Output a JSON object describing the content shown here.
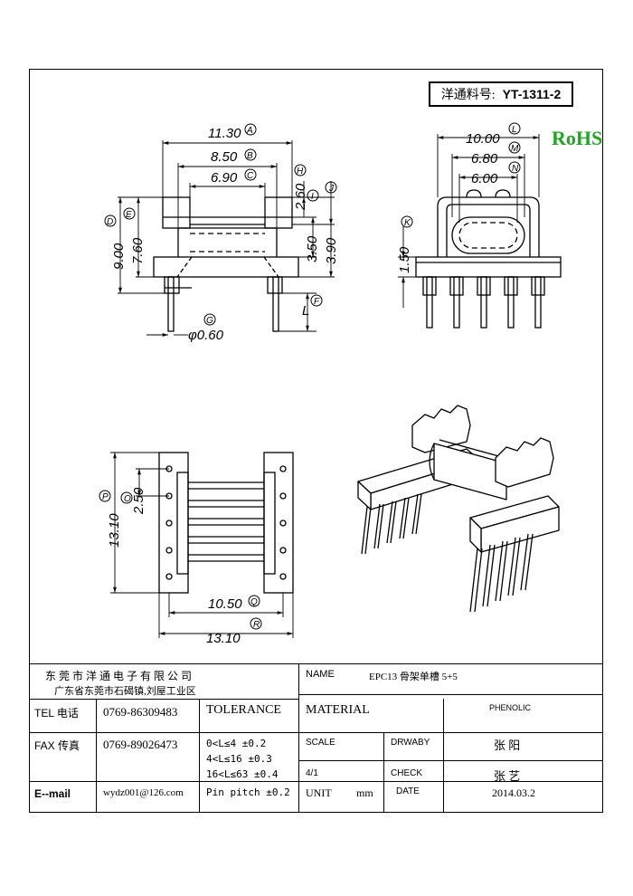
{
  "part_number": {
    "label": "洋通料号:",
    "value": "YT-1311-2"
  },
  "rohs": "RoHS",
  "dims": {
    "A": {
      "tag": "A",
      "text": "11.30"
    },
    "B": {
      "tag": "B",
      "text": "8.50"
    },
    "C": {
      "tag": "C",
      "text": "6.90"
    },
    "H": {
      "tag": "H",
      "text": "2.60"
    },
    "I": {
      "tag": "I",
      "text": ""
    },
    "J": {
      "tag": "J",
      "text": ""
    },
    "D": {
      "tag": "D",
      "text": "9.00"
    },
    "E": {
      "tag": "E",
      "text": "7.60"
    },
    "d350": {
      "text": "3.50"
    },
    "d390": {
      "text": "3.90"
    },
    "F": {
      "tag": "F",
      "text": "L"
    },
    "G": {
      "tag": "G",
      "text": "φ0.60"
    },
    "L": {
      "tag": "L",
      "text": "10.00"
    },
    "M": {
      "tag": "M",
      "text": "6.80"
    },
    "N": {
      "tag": "N",
      "text": "6.00"
    },
    "K": {
      "tag": "K",
      "text": "1.50"
    },
    "P": {
      "tag": "P",
      "text": "13.10"
    },
    "O": {
      "tag": "O",
      "text": "2.50"
    },
    "Q": {
      "tag": "Q",
      "text": "10.50"
    },
    "R": {
      "tag": "R",
      "text": "13.10"
    }
  },
  "title_block": {
    "company": "东 莞 市 洋 通 电 子 有 限 公 司",
    "address": "广东省东莞市石碣镇,刘屋工业区",
    "name_label": "NAME",
    "name_value": "EPC13 骨架单槽 5+5",
    "tel_label": "TEL 电话",
    "tel_value": "0769-86309483",
    "tolerance_label": "TOLERANCE",
    "material_label": "MATERIAL",
    "material_value": "PHENOLIC",
    "fax_label": "FAX 传真",
    "fax_value": "0769-89026473",
    "tol_1": "0<L≤4   ±0.2",
    "tol_2": "4<L≤16  ±0.3",
    "tol_3": "16<L≤63  ±0.4",
    "tol_4": "Pin pitch  ±0.2",
    "scale_label": "SCALE",
    "scale_value": "4/1",
    "drawby_label": "DRWABY",
    "drawby_value": "张 阳",
    "check_label": "CHECK",
    "check_value": "张 艺",
    "email_label": "E--mail",
    "email_value": "wydz001@126.com",
    "unit_label": "UNIT",
    "unit_value": "mm",
    "date_label": "DATE",
    "date_value": "2014.03.2"
  }
}
